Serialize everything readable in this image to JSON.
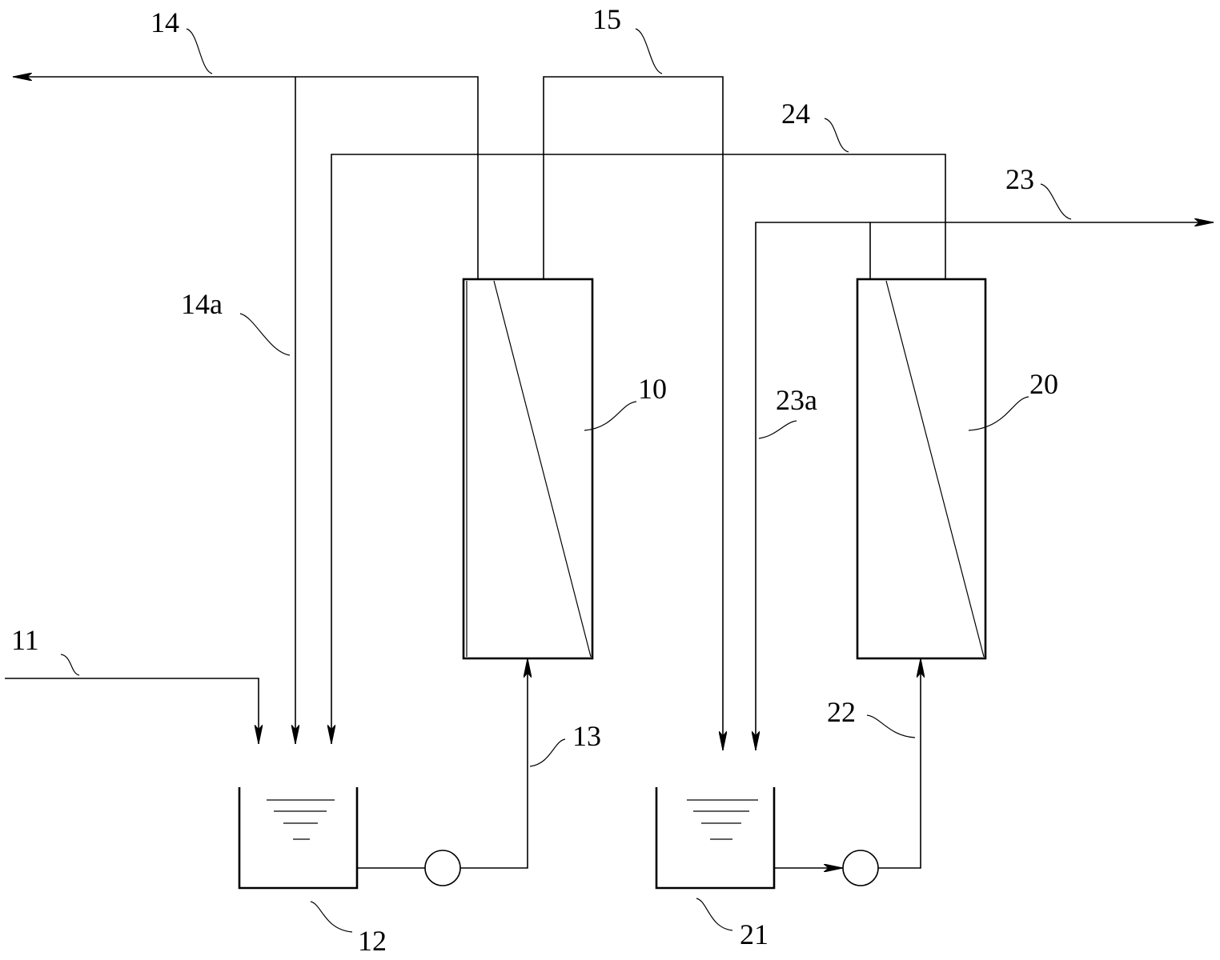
{
  "labels": {
    "l10": "10",
    "l11": "11",
    "l12": "12",
    "l13": "13",
    "l14": "14",
    "l14a": "14a",
    "l15": "15",
    "l20": "20",
    "l21": "21",
    "l22": "22",
    "l23": "23",
    "l23a": "23a",
    "l24": "24"
  }
}
